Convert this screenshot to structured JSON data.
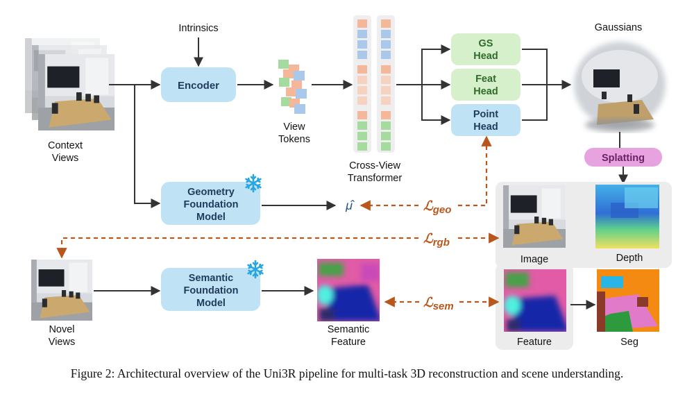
{
  "labels": {
    "intrinsics": "Intrinsics",
    "encoder": "Encoder",
    "context_views_l1": "Context",
    "context_views_l2": "Views",
    "view_tokens_l1": "View",
    "view_tokens_l2": "Tokens",
    "cross_view_l1": "Cross-View",
    "cross_view_l2": "Transformer",
    "gs_head_l1": "GS",
    "gs_head_l2": "Head",
    "feat_head_l1": "Feat",
    "feat_head_l2": "Head",
    "point_head_l1": "Point",
    "point_head_l2": "Head",
    "gaussians": "Gaussians",
    "splatting": "Splatting",
    "geo_model_l1": "Geometry",
    "geo_model_l2": "Foundation",
    "geo_model_l3": "Model",
    "sem_model_l1": "Semantic",
    "sem_model_l2": "Foundation",
    "sem_model_l3": "Model",
    "mu_hat": "μ̂",
    "loss_symbol": "ℒ",
    "loss_geo_sub": "geo",
    "loss_rgb_sub": "rgb",
    "loss_sem_sub": "sem",
    "image": "Image",
    "depth": "Depth",
    "feature": "Feature",
    "seg": "Seg",
    "novel_views_l1": "Novel",
    "novel_views_l2": "Views",
    "semantic_feature_l1": "Semantic",
    "semantic_feature_l2": "Feature"
  },
  "caption": "Figure 2: Architectural overview of the Uni3R pipeline for multi-task 3D reconstruction and scene understanding.",
  "icons": {
    "frozen": "snowflake-icon"
  },
  "colors": {
    "module_blue": "#bfe3f5",
    "head_green": "#d7f0cc",
    "splatting_pink": "#e7a3e0",
    "loss_orange": "#b8561b",
    "arrow_dark": "#333333",
    "token_blue": "#a9c8ec",
    "token_orange": "#f4b79a",
    "token_green": "#a6dba0",
    "snowflake": "#27a6e0"
  }
}
